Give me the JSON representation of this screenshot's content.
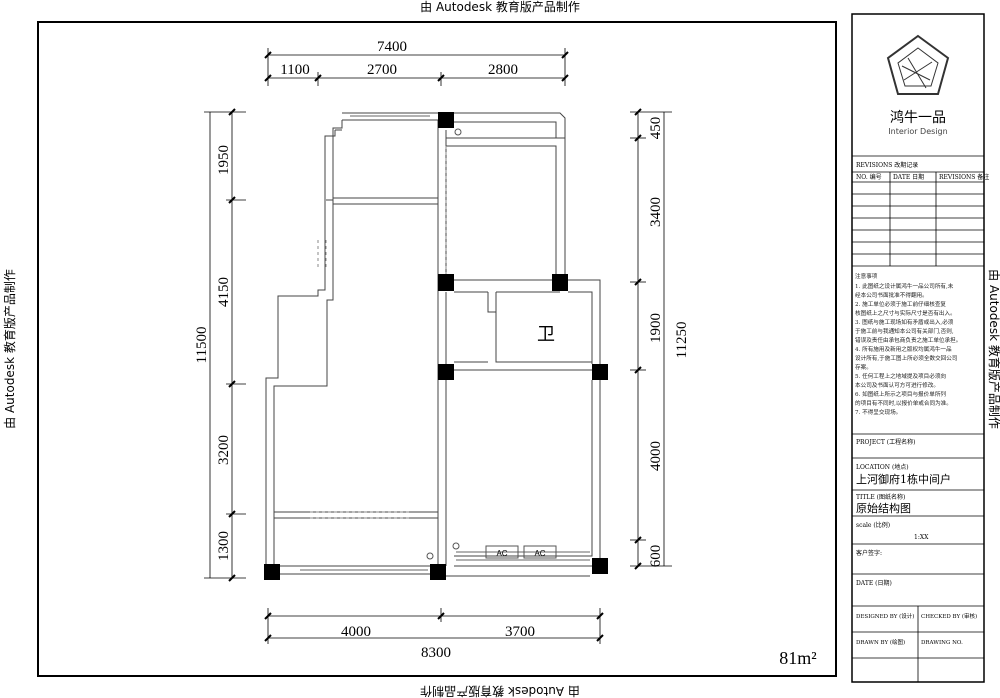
{
  "watermark": "由 Autodesk 教育版产品制作",
  "dimensions": {
    "top_total": "7400",
    "top_segments": [
      "1100",
      "2700",
      "2800"
    ],
    "bottom_segments": [
      "4000",
      "3700"
    ],
    "bottom_total": "8300",
    "left_total": "11500",
    "left_segments": [
      "1950",
      "4150",
      "3200",
      "1300"
    ],
    "right_total": "11250",
    "right_segments": [
      "450",
      "3400",
      "1900",
      "4000",
      "600"
    ]
  },
  "rooms": {
    "bathroom": "卫",
    "ac_labels": [
      "AC",
      "AC"
    ]
  },
  "area": "81m²",
  "title_block": {
    "company": "鸿牛一品",
    "company_en": "Interior Design",
    "revisions_header": "REVISIONS 改期记录",
    "revision_columns": [
      "NO. 编号",
      "DATE 日期",
      "REVISIONS 备注"
    ],
    "notes_title": "注意事项",
    "notes": [
      "1. 此图纸之设计属鸿牛一品公司所有,未",
      "经本公司书面批准不得翻用。",
      "2. 施工单位必须于施工前仔细核查复",
      "核图纸上之尺寸与实际尺寸是否有出入。",
      "3. 图纸与施工现场如有矛盾或出入,必须",
      "于施工前与我通知本公司有关部门,否则,",
      "错误及责任由承包商负责之施工单位承担。",
      "4. 所有施用及新用之版权均属鸿牛一品",
      "设计所有,于施工图上所必须全数交回公司",
      "存案。",
      "5. 任何工程上之地域提及项目必须向",
      "本公司及书面认可方可进行修改。",
      "6. 如图纸上所示之项目与报价单所列",
      "的项目有不同时,以报价单或合同为准。",
      "7. 不得呈交现场。"
    ],
    "project_label": "PROJECT (工程名称)",
    "location_label": "LOCATION (地点)",
    "location_value": "上河御府1栋中间户",
    "title_label": "TITLE (图纸名称)",
    "title_value": "原始结构图",
    "scale_label": "scale (比例)",
    "scale_value": "1:XX",
    "client_label": "客户签字:",
    "date_label": "DATE (日期)",
    "designed_label": "DESIGNED BY (设计)",
    "checked_label": "CHECKED BY (审核)",
    "drawn_label": "DRAWN BY (绘图)",
    "drawing_no_label": "DRAWING NO."
  }
}
